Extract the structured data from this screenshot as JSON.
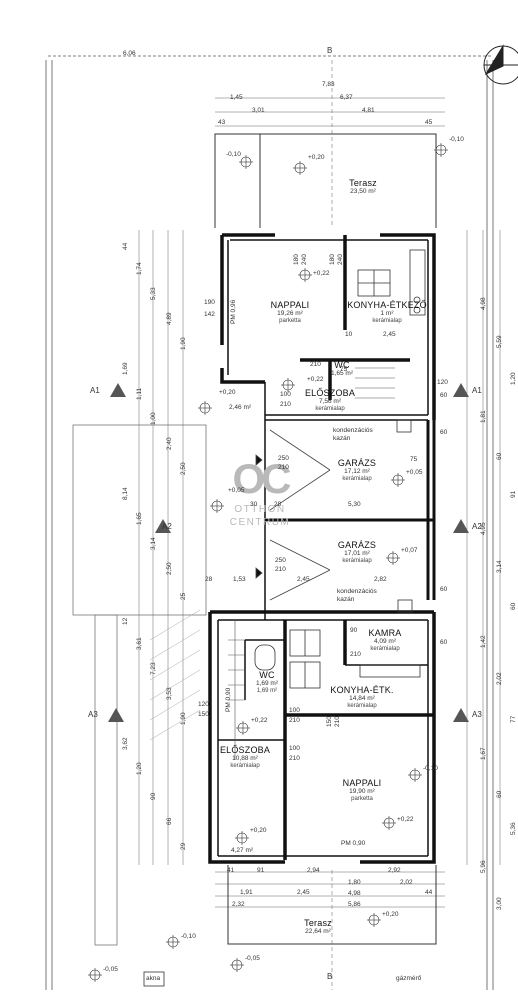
{
  "rooms": {
    "terasz_top": {
      "name": "Terasz",
      "area": "23,50 m²",
      "mat": ""
    },
    "nappali_top": {
      "name": "NAPPALI",
      "area": "19,26 m²",
      "mat": "parketta"
    },
    "konyha_top": {
      "name": "KONYHA-ÉTKEZŐ",
      "area": "1 m²",
      "mat": "kerámialap"
    },
    "wc_top": {
      "name": "WC",
      "area": "1,65 m²",
      "mat": ""
    },
    "eloszoba_top": {
      "name": "ELŐSZOBA",
      "area": "7,56 m²",
      "mat": "kerámialap"
    },
    "garazs_1": {
      "name": "GARÁZS",
      "area": "17,12 m²",
      "mat": "kerámialap"
    },
    "garazs_2": {
      "name": "GARÁZS",
      "area": "17,01 m²",
      "mat": "kerámialap"
    },
    "kamra": {
      "name": "KAMRA",
      "area": "4,09 m²",
      "mat": "kerámialap"
    },
    "wc_bottom": {
      "name": "WC",
      "area": "1,69 m²",
      "mat": "1,69 m²"
    },
    "konyha_bottom": {
      "name": "KONYHA-ÉTK.",
      "area": "14,84 m²",
      "mat": "kerámialap"
    },
    "eloszoba_bottom": {
      "name": "ELŐSZOBA",
      "area": "10,88 m²",
      "mat": "kerámialap"
    },
    "nappali_bottom": {
      "name": "NAPPALI",
      "area": "19,90 m²",
      "mat": "parketta"
    },
    "terasz_bottom": {
      "name": "Terasz",
      "area": "22,64 m²",
      "mat": ""
    }
  },
  "labels": {
    "kazan1": "kondenzációs",
    "kazan1b": "kazán",
    "kazan2": "kondenzációs",
    "kazan2b": "kazán",
    "akna": "akna",
    "gazmero": "gázmérő",
    "area_left_top": "2,46 m²",
    "area_left_bottom": "4,27 m²"
  },
  "levels": {
    "l1": "+0,20",
    "l2": "-0,10",
    "l3": "-0,10",
    "l4": "+0,22",
    "l5": "+0,20",
    "l6": "+0,22",
    "l7": "+0,05",
    "l8": "+0,05",
    "l9": "+0,07",
    "l10": "+0,22",
    "l11": "-0,10",
    "l12": "+0,22",
    "l13": "+0,20",
    "l14": "+0,20",
    "l15": "-0,10",
    "l16": "-0,05",
    "l17": "-0,05"
  },
  "sections": {
    "a1": "A1",
    "a2": "A2",
    "a3": "A3",
    "b": "B"
  },
  "dims_top": {
    "d1": "6,06",
    "d2": "7,83",
    "d3": "1,45",
    "d4": "6,37",
    "d5": "3,01",
    "d6": "4,81",
    "d7": "43",
    "d8": "45"
  },
  "dims_bottom": {
    "d1": "41",
    "d2": "91",
    "d3": "2,94",
    "d4": "2,92",
    "d5": "1,91",
    "d6": "1,80",
    "d7": "2,02",
    "d8": "2,45",
    "d9": "4,98",
    "d10": "2,32",
    "d11": "5,86",
    "d12": "44"
  },
  "dims_inner": {
    "i1": "180",
    "i2": "240",
    "i3": "180",
    "i4": "240",
    "i5": "2,45",
    "i6": "10",
    "i7": "190",
    "i8": "142",
    "i9": "PM 0,96",
    "i10": "75",
    "i11": "210",
    "i12": "100",
    "i13": "210",
    "i14": "250",
    "i15": "210",
    "i16": "5,30",
    "i17": "30",
    "i18": "28",
    "i19": "250",
    "i20": "210",
    "i21": "28",
    "i22": "1,53",
    "i23": "2,45",
    "i24": "2,82",
    "i25": "90",
    "i26": "210",
    "i27": "120",
    "i28": "150",
    "i29": "100",
    "i30": "210",
    "i31": "150",
    "i32": "210",
    "i33": "100",
    "i34": "210",
    "i35": "PM 0,90",
    "i36": "PM 0,90",
    "i37": "75",
    "i38": "60",
    "i39": "60",
    "i40": "120",
    "i41": "60",
    "i42": "60"
  },
  "dims_left": [
    "44",
    "1,74",
    "5,33",
    "4,89",
    "1,90",
    "1,69",
    "1,11",
    "1,00",
    "2,40",
    "2,50",
    "8,14",
    "1,65",
    "3,14",
    "2,50",
    "25",
    "12",
    "3,61",
    "7,23",
    "3,53",
    "1,90",
    "3,62",
    "1,20",
    "90",
    "66",
    "29"
  ],
  "dims_right": [
    "4,98",
    "5,59",
    "1,20",
    "1,81",
    "60",
    "91",
    "4,95",
    "3,14",
    "60",
    "1,42",
    "2,02",
    "77",
    "1,67",
    "60",
    "5,36",
    "5,96",
    "3,00"
  ],
  "watermark": {
    "logo": "OC",
    "line1": "OTTHON",
    "line2": "CENTRUM"
  }
}
